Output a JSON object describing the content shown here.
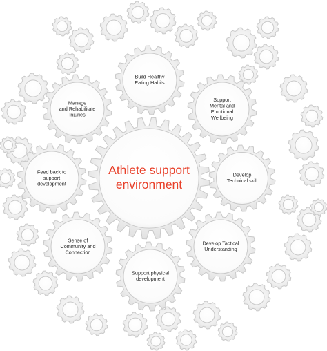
{
  "diagram": {
    "center": {
      "lines": [
        "Athlete support",
        "environment"
      ],
      "color": "#e8402a"
    },
    "satellites": [
      {
        "id": "healthy-eating",
        "lines": [
          "Build Healthy",
          "Eating Habits"
        ]
      },
      {
        "id": "mental-wellbeing",
        "lines": [
          "Support",
          "Mental and",
          "Emotional",
          "Wellbeing"
        ]
      },
      {
        "id": "technical-skill",
        "lines": [
          "Develop",
          "Technical skill"
        ]
      },
      {
        "id": "tactical-understanding",
        "lines": [
          "Develop Tactical",
          "Understanding"
        ]
      },
      {
        "id": "physical-development",
        "lines": [
          "Support physical",
          "development"
        ]
      },
      {
        "id": "community-connection",
        "lines": [
          "Sense of",
          "Community and",
          "Connection"
        ]
      },
      {
        "id": "support-development",
        "lines": [
          "Feed back to",
          "support",
          "development"
        ]
      },
      {
        "id": "rehabilitate-injuries",
        "lines": [
          "Manage",
          "and Rehabilitate",
          "Injuries"
        ]
      }
    ],
    "colors": {
      "gear_fill": "#f2f2f2",
      "gear_stroke": "#c9c9c9",
      "inner_fill": "#ffffff",
      "text": "#2a2a2a"
    }
  }
}
